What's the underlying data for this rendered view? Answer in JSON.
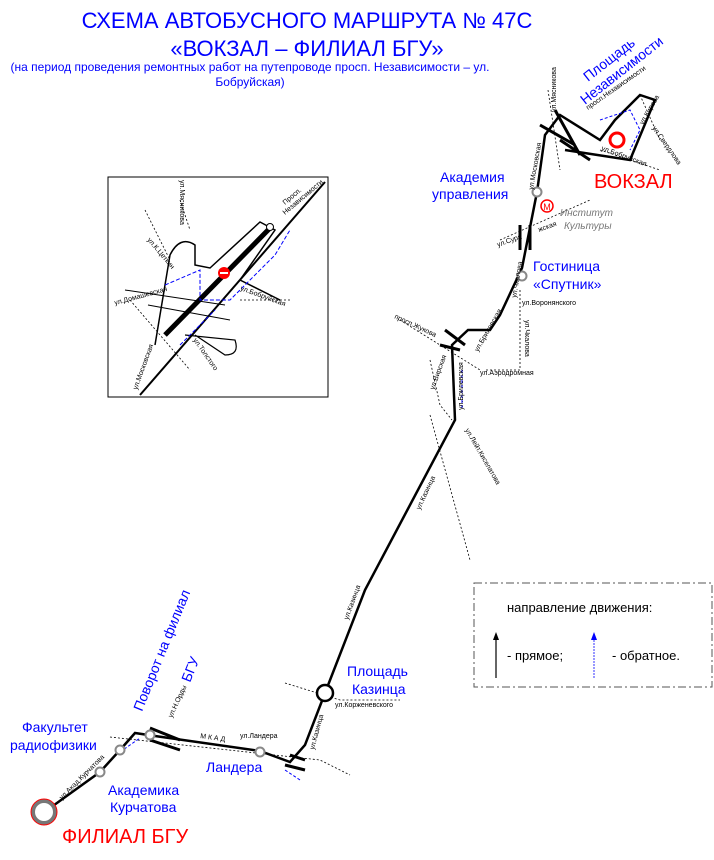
{
  "header": {
    "title": "СХЕМА АВТОБУСНОГО МАРШРУТА № 47С",
    "route": "«ВОКЗАЛ – ФИЛИАЛ БГУ»",
    "note": "(на период проведения ремонтных работ на путепроводе просп. Независимости – ул. Бобруйская)"
  },
  "terminals": {
    "start": "ВОКЗАЛ",
    "end": "ФИЛИАЛ БГУ"
  },
  "stops": {
    "square_nezav_1": "Площадь",
    "square_nezav_2": "Независимости",
    "academy_1": "Академия",
    "academy_2": "управления",
    "hotel_1": "Гостиница",
    "hotel_2": "«Спутник»",
    "kazinca_1": "Площадь",
    "kazinca_2": "Казинца",
    "landera": "Ландера",
    "turn_1": "Поворот на филиал",
    "turn_2": "БГУ",
    "radiophys_1": "Факультет",
    "radiophys_2": "радиофизики",
    "kurchatov_1": "Академика",
    "kurchatov_2": "Курчатова"
  },
  "metro": {
    "symbol": "М",
    "name_1": "Институт",
    "name_2": "Культуры"
  },
  "streets": {
    "myasnikova": "ул.Мясникова",
    "nezav": "просп.Независимости",
    "kirova": "ул.Кирова",
    "sverdlova": "ул.Свердлова",
    "bobruiskaya": "ул.Бобруйская",
    "moskovskaya": "ул.Московская",
    "surazhskaya": "ул.Сура",
    "zhskaya": "жская",
    "chkalova": "ул.Чкалова",
    "voronyanskogo": "ул.Воронянского",
    "zhukova": "просп.Жукова",
    "brilevskaya": "ул.Брилевская",
    "aerodromnaya": "ул.Аэродромная",
    "chkalova2": "ул.Чкалова",
    "vierskaya": "ул.Вирская",
    "brilevskaya2": "ул.Брилевская",
    "kiselyova": "ул.Лейт.Киселатова",
    "kazinca": "ул.Казинца",
    "kazinca2": "ул.Казинца",
    "korzhenevskogo": "ул.Корженевского",
    "kazinca3": "ул.Казинца",
    "landera": "ул.Ландера",
    "mkad": "М К А Д",
    "n_ordy": "ул.Н.Орды",
    "kurchatova": "ул.Акад.Курчатова"
  },
  "inset": {
    "nezav_1": "Просп.",
    "nezav_2": "Независимости",
    "myasnikova": "ул.Мясникова",
    "k_tsetkin": "ул.К.Цеткин",
    "bobruiskaya": "ул.Бобруйская",
    "domashevskaya": "ул.Домашевская",
    "moskovskaya": "ул.Московская",
    "tolstogo": "ул.Толстого"
  },
  "legend": {
    "title": "направление движения:",
    "forward": "- прямое;",
    "reverse": "- обратное."
  },
  "colors": {
    "route": "#000000",
    "reverse": "#0000ff",
    "terminal": "#ff0000",
    "stop": "#0000ff"
  }
}
